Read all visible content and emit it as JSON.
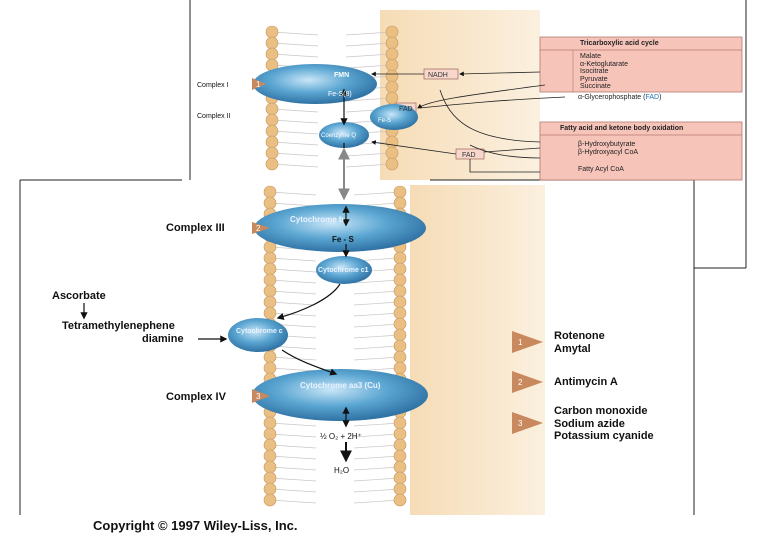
{
  "top_panel": {
    "complex_labels": [
      "Complex I",
      "Complex II"
    ],
    "tca_box": {
      "title": "Tricarboxylic acid cycle",
      "items": [
        "Malate",
        "α-Ketoglutarate",
        "Isocitrate",
        "Pyruvate",
        "Succinate"
      ]
    },
    "glycerophosphate": {
      "prefix": "α-Glycerophosphate (",
      "fad": "FAD",
      "suffix": ")"
    },
    "fatty_box": {
      "title": "Fatty acid and ketone body oxidation",
      "items": [
        "β-Hydroxybutyrate",
        "β-Hydroxyacyl CoA",
        "Fatty Acyl CoA"
      ]
    },
    "small_boxes": {
      "nadh": "NADH",
      "fad1": "FAD",
      "fad2": "FAD"
    },
    "enzyme_text": {
      "fmn": "FMN",
      "fes": "Fe-S(8)",
      "fes2": "Fe-S",
      "coenzyme": "Coenzyme Q"
    }
  },
  "main": {
    "complex_labels": {
      "c3": "Complex III",
      "c4": "Complex IV"
    },
    "markers": {
      "c1": "1",
      "c3": "2",
      "c4": "3"
    },
    "ascorbate": "Ascorbate",
    "tmpd_line1": "Tetramethylenephene",
    "tmpd_line2": "diamine",
    "cyt_b": "Cytochrome b",
    "fes": "Fe - S",
    "cyt_c1": "Cytochrome c1",
    "cyt_c": "Cytochrome c",
    "cyt_aa3": "Cytochrome aa3 (Cu)",
    "o2": "½ O₂ + 2H⁺",
    "h2o": "H₂O"
  },
  "inhibitors": [
    {
      "marker": "1",
      "lines": [
        "Rotenone",
        "Amytal"
      ]
    },
    {
      "marker": "2",
      "lines": [
        "Antimycin A"
      ]
    },
    {
      "marker": "3",
      "lines": [
        "Carbon monoxide",
        "Sodium azide",
        "Potassium cyanide"
      ]
    }
  ],
  "copyright": "Copyright © 1997 Wiley-Liss, Inc.",
  "colors": {
    "enzyme": "#3f8dbf",
    "enzyme_light": "#a8d4ee",
    "membrane_head": "#e9bf84",
    "band": "#f8e2c2",
    "panel_box": "#f7c4ba",
    "marker": "#c9895e"
  }
}
